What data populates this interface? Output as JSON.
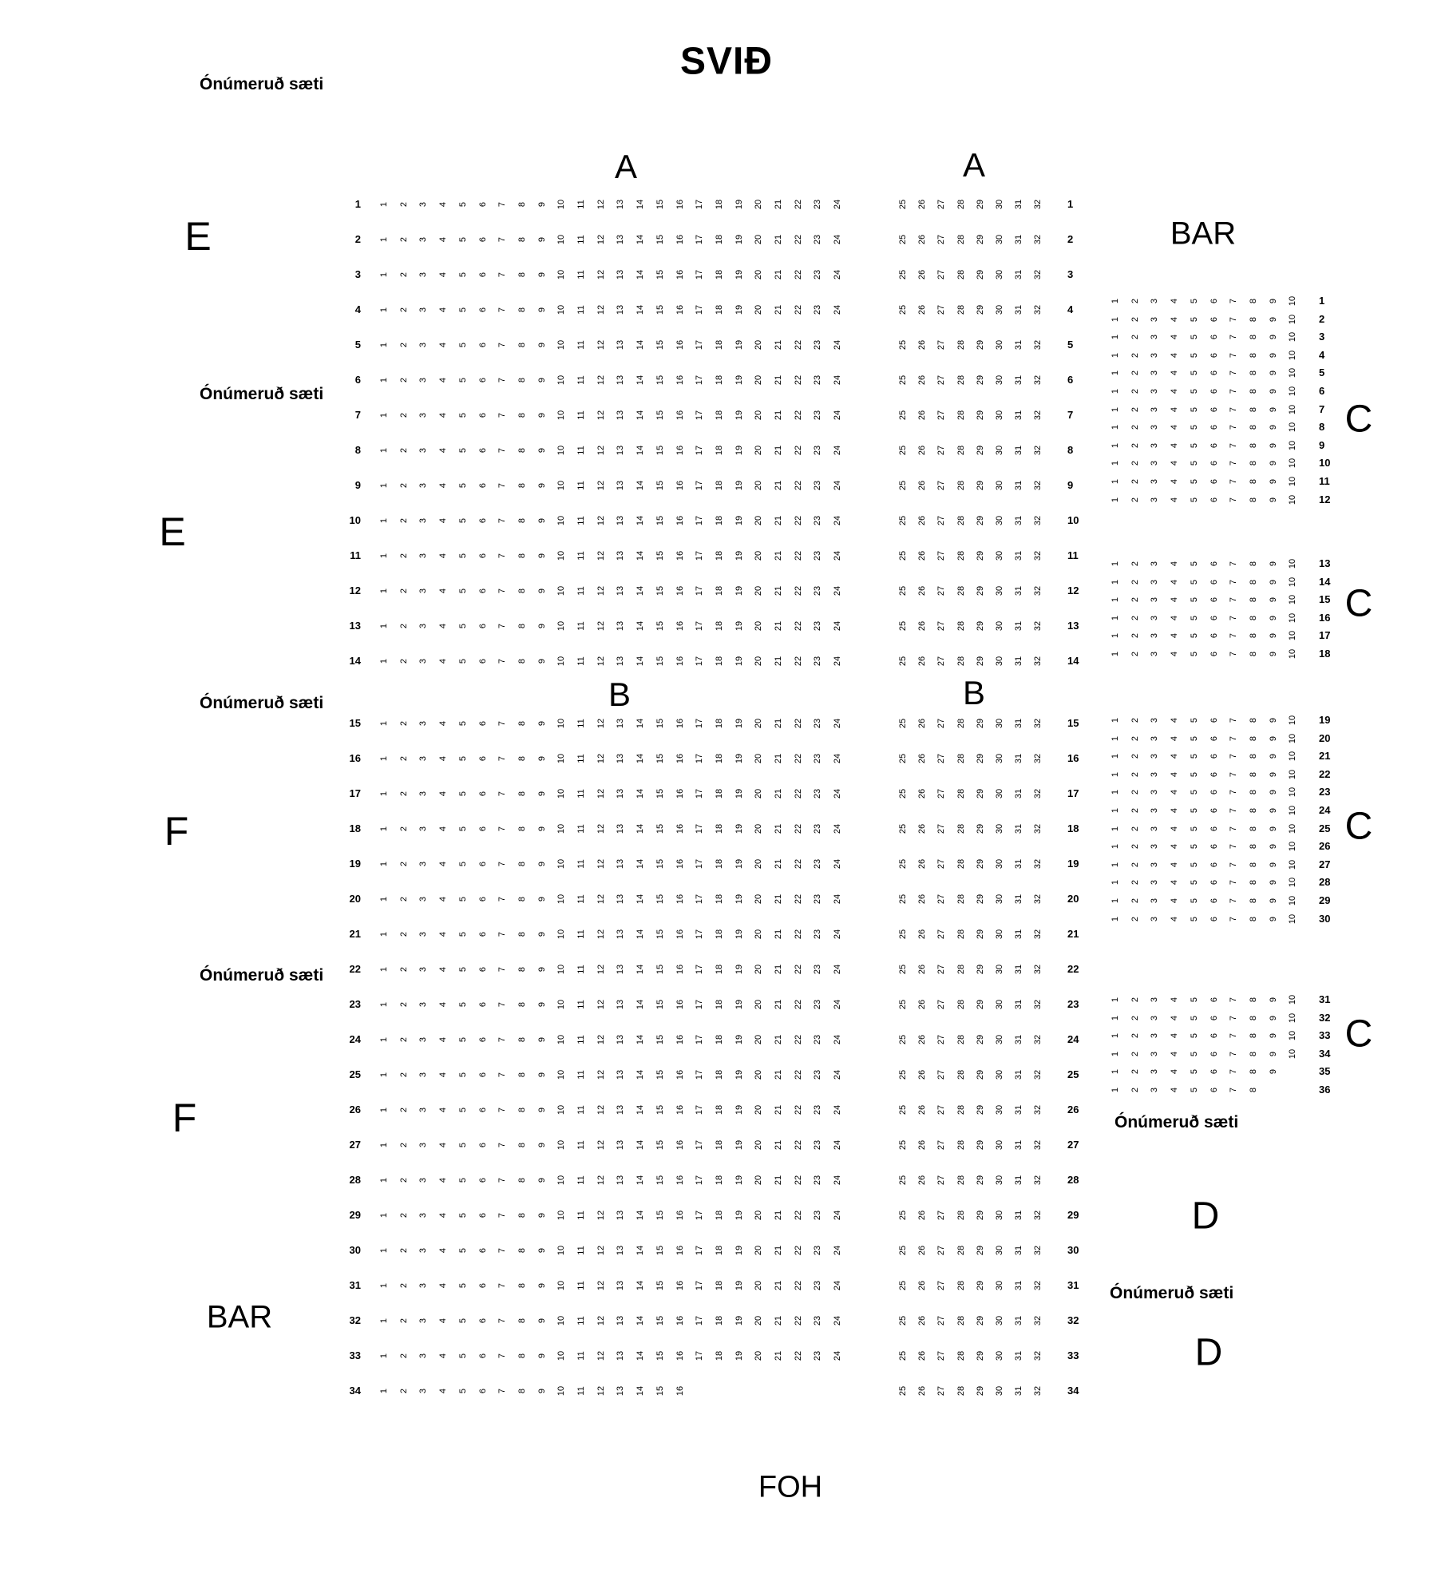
{
  "title": "SVIÐ",
  "foh_label": "FOH",
  "bar_label": "BAR",
  "unnumbered_seats_label": "Ónúmeruð sæti",
  "section_letters": {
    "a": "A",
    "b": "B",
    "c": "C",
    "d": "D",
    "e": "E",
    "f": "F"
  },
  "main_block": {
    "left_seat_numbers": [
      1,
      2,
      3,
      4,
      5,
      6,
      7,
      8,
      9,
      10,
      11,
      12,
      13,
      14,
      15,
      16,
      17,
      18,
      19,
      20,
      21,
      22,
      23,
      24
    ],
    "right_seat_numbers": [
      25,
      26,
      27,
      28,
      29,
      30,
      31,
      32
    ],
    "rows": [
      1,
      2,
      3,
      4,
      5,
      6,
      7,
      8,
      9,
      10,
      11,
      12,
      13,
      14,
      15,
      16,
      17,
      18,
      19,
      20,
      21,
      22,
      23,
      24,
      25,
      26,
      27,
      28,
      29,
      30,
      31,
      32,
      33,
      34
    ],
    "section_split_after_row": 14,
    "short_row": {
      "row": 34,
      "left_seat_count": 16
    }
  },
  "c_section": {
    "seat_numbers": [
      1,
      2,
      3,
      4,
      5,
      6,
      7,
      8,
      9,
      10
    ],
    "groups": [
      {
        "rows": [
          1,
          2,
          3,
          4,
          5,
          6,
          7,
          8,
          9,
          10,
          11,
          12
        ]
      },
      {
        "rows": [
          13,
          14,
          15,
          16,
          17,
          18
        ]
      },
      {
        "rows": [
          19,
          20,
          21,
          22,
          23,
          24,
          25,
          26,
          27,
          28,
          29,
          30
        ]
      },
      {
        "rows": [
          31,
          32,
          33,
          34,
          35,
          36
        ]
      }
    ],
    "short_rows": {
      "35": 9,
      "36": 8
    }
  }
}
